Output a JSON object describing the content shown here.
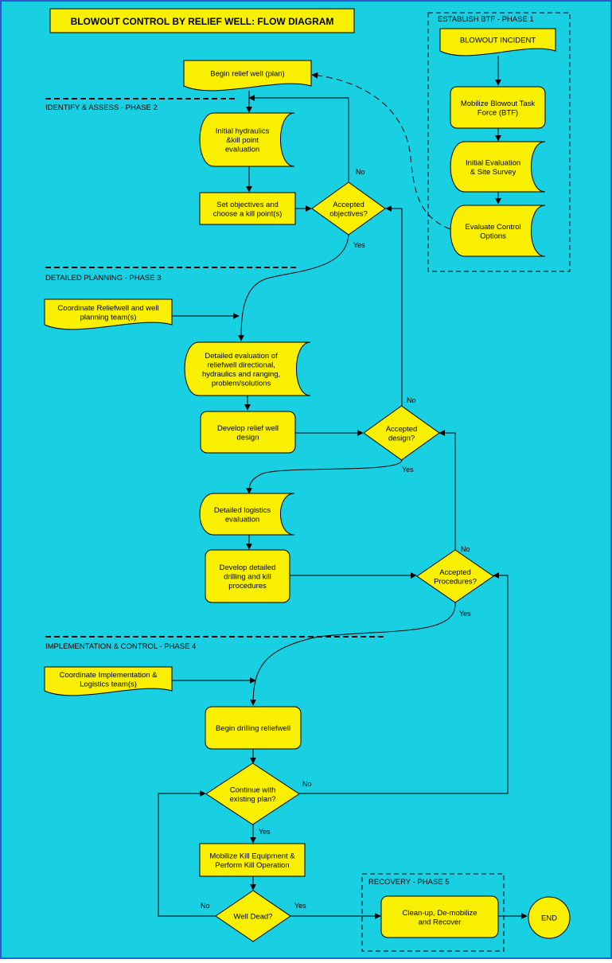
{
  "title": "BLOWOUT CONTROL BY RELIEF WELL: FLOW DIAGRAM",
  "phases": {
    "p1": "ESTABLISH BTF - PHASE 1",
    "p2": "IDENTIFY & ASSESS - PHASE 2",
    "p3": "DETAILED PLANNING - PHASE 3",
    "p4": "IMPLEMENTATION & CONTROL - PHASE 4",
    "p5": "RECOVERY - PHASE 5"
  },
  "nodes": {
    "blowout_incident": [
      "BLOWOUT INCIDENT"
    ],
    "mobilize_btf": [
      "Mobilize Blowout Task",
      "Force (BTF)"
    ],
    "initial_evaluation": [
      "Initial Evaluation",
      "& Site Survey"
    ],
    "evaluate_control": [
      "Evaluate Control",
      "Options"
    ],
    "begin_relief_plan": [
      "Begin  relief well (plan)"
    ],
    "initial_hydraulics": [
      "Initial hydraulics",
      "&kill point",
      "evaluation"
    ],
    "set_objectives": [
      "Set objectives and",
      "choose a kill point(s)"
    ],
    "accepted_objectives": [
      "Accepted",
      "objectives?"
    ],
    "coordinate_planning": [
      "Coordinate Reliefwell and well",
      "planning team(s)"
    ],
    "detailed_evaluation": [
      "Detailed evaluation of",
      "reliefwell directional,",
      "hydraulics and ranging,",
      "problem/solutions"
    ],
    "develop_design": [
      "Develop relief well",
      "design"
    ],
    "accepted_design": [
      "Accepted",
      "design?"
    ],
    "detailed_logistics": [
      "Detailed logistics",
      "evaluation"
    ],
    "develop_procedures": [
      "Develop detailed",
      "drilling and kill",
      "procedures"
    ],
    "accepted_procedures": [
      "Accepted",
      "Procedures?"
    ],
    "coordinate_implementation": [
      "Coordinate Implementation &",
      "Logistics team(s)"
    ],
    "begin_drilling": [
      "Begin drilling reliefwell"
    ],
    "continue_plan": [
      "Continue with",
      "existing plan?"
    ],
    "mobilize_kill": [
      "Mobilize Kill Equipment &",
      "Perform Kill Operation"
    ],
    "well_dead": [
      "Well Dead?"
    ],
    "cleanup": [
      "Clean-up, De-mobilize",
      "and Recover"
    ],
    "end": [
      "END"
    ]
  },
  "edge_labels": {
    "yes": "Yes",
    "no": "No"
  },
  "colors": {
    "background": "#19d0e3",
    "shape_fill": "#f8f000",
    "outline": "#000000"
  }
}
